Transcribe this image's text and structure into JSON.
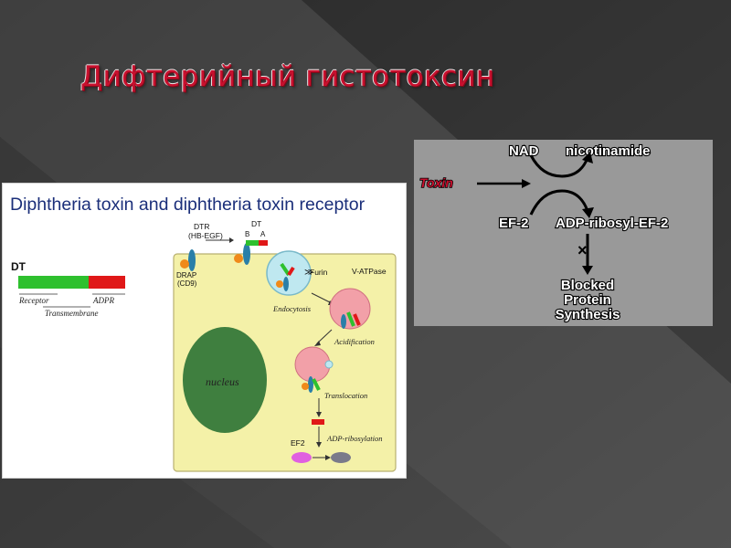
{
  "slide": {
    "title": "Дифтерийный гистотоксин"
  },
  "diagram_left": {
    "heading": "Diphtheria toxin and diphtheria toxin receptor",
    "dt_label": "DT",
    "domain_receptor": "Receptor",
    "domain_adpr": "ADPR",
    "domain_transmembrane": "Transmembrane",
    "dtr_line1": "DTR",
    "dtr_line2": "(HB-EGF)",
    "drap_line1": "DRAP",
    "drap_line2": "(CD9)",
    "dt_b": "B",
    "dt_a": "A",
    "dt_top": "DT",
    "furin": "Furin",
    "endocytosis": "Endocytosis",
    "v_atpase": "V-ATPase",
    "acidification": "Acidification",
    "translocation": "Translocation",
    "nucleus": "nucleus",
    "ef2": "EF2",
    "adp_ribosylation": "ADP-ribosylation",
    "colors": {
      "cell": "#f4f1a8",
      "nucleus": "#3f7f3f",
      "receptor_bar": "#2ec02e",
      "adpr_bar": "#e01818",
      "vesicle": "#f2a0a8",
      "ef2": "#e060e0"
    }
  },
  "diagram_right": {
    "toxin": "Toxin",
    "nad": "NAD",
    "nicotinamide": "nicotinamide",
    "ef2": "EF-2",
    "adp_ribosyl_ef2": "ADP-ribosyl-EF-2",
    "blocked_line1": "Blocked",
    "blocked_line2": "Protein",
    "blocked_line3": "Synthesis",
    "colors": {
      "toxin": "#c8102e",
      "panel": "#999999"
    }
  }
}
